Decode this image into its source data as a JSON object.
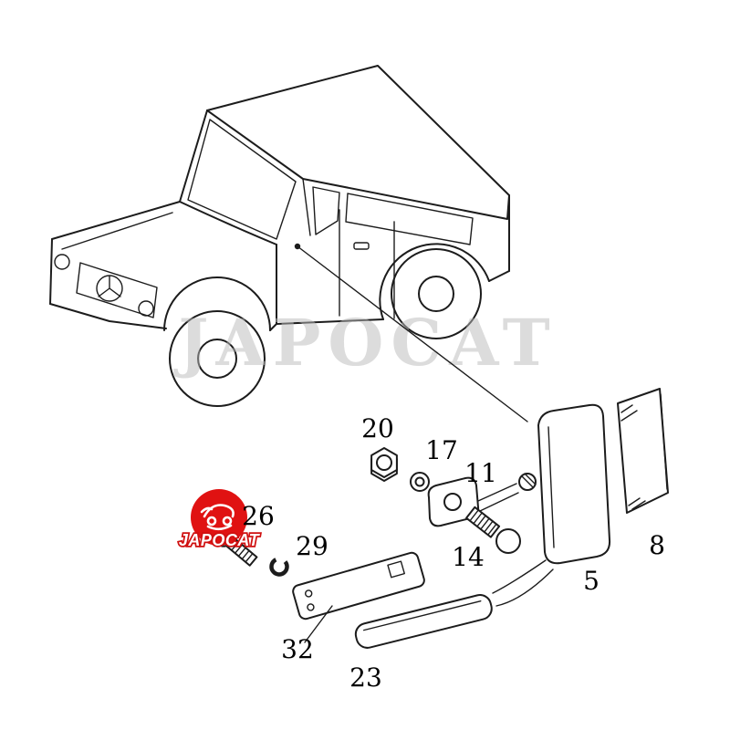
{
  "branding": {
    "watermark": "JAPOCAT",
    "logo_text": "JAPOCAT"
  },
  "colors": {
    "line": "#1c1c1c",
    "label": "#000000",
    "watermark": "#b9b9b9",
    "logo_red": "#e01212"
  },
  "parts": {
    "p5": "5",
    "p8": "8",
    "p11": "11",
    "p14": "14",
    "p17": "17",
    "p20": "20",
    "p23": "23",
    "p26": "26",
    "p29": "29",
    "p32": "32"
  }
}
